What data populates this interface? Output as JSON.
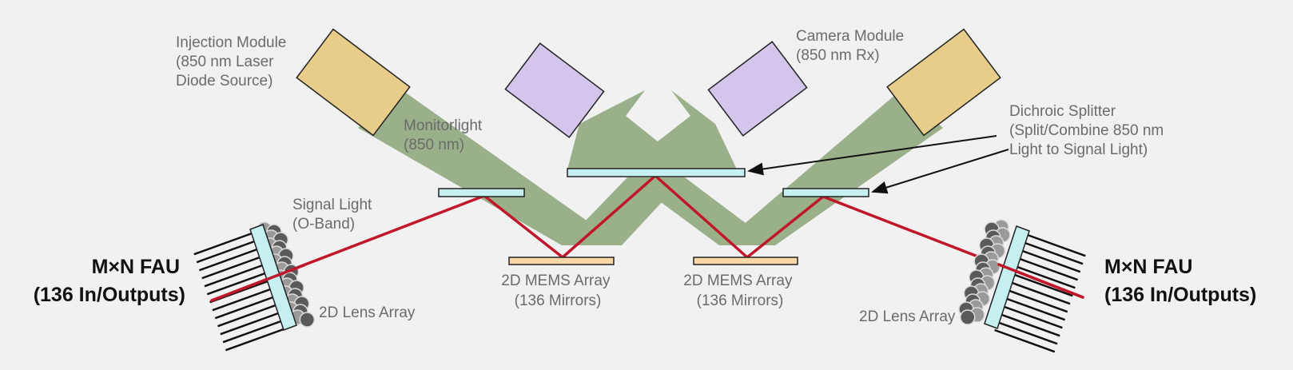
{
  "colors": {
    "background": "#f1f1f2",
    "beam": "#9ab08a",
    "signal": "#c0182a",
    "mirror": "#c6f0f0",
    "mems": "#fbd7a8",
    "injection": "#e8cd8a",
    "camera": "#d3c5ec"
  },
  "labels": {
    "injection": [
      "Injection Module",
      "(850 nm Laser",
      "Diode Source)"
    ],
    "camera": [
      "Camera Module",
      "(850 nm Rx)"
    ],
    "monitor": [
      "Monitorlight",
      "(850 nm)"
    ],
    "signal": [
      "Signal Light",
      "(O-Band)"
    ],
    "dichroic": [
      "Dichroic Splitter",
      "(Split/Combine 850 nm",
      "Light to Signal Light)"
    ],
    "mems_left": [
      "2D MEMS Array",
      "(136 Mirrors)"
    ],
    "mems_right": [
      "2D MEMS Array",
      "(136 Mirrors)"
    ],
    "lens_left": "2D Lens Array",
    "lens_right": "2D Lens Array",
    "fau_left": [
      "M×N FAU",
      "(136 In/Outputs)"
    ],
    "fau_right": [
      "M×N FAU",
      "(136 In/Outputs)"
    ]
  }
}
